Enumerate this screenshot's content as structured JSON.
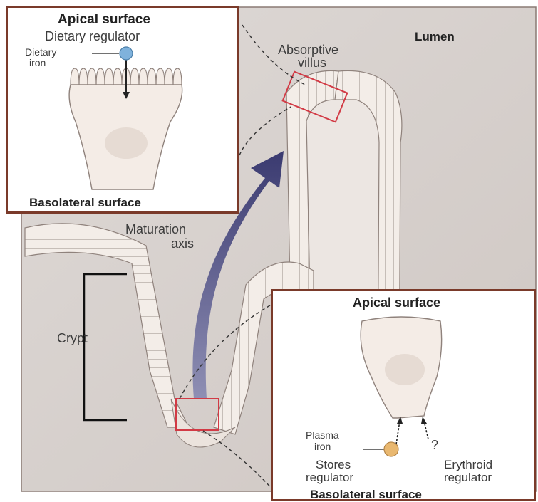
{
  "labels": {
    "lumen": "Lumen",
    "absorptive_villus": [
      "Absorptive",
      "villus"
    ],
    "maturation_axis": [
      "Maturation",
      "axis"
    ],
    "crypt": "Crypt"
  },
  "inset_top": {
    "apical": "Apical surface",
    "regulator": "Dietary regulator",
    "iron_label": [
      "Dietary",
      "iron"
    ],
    "basolateral": "Basolateral surface"
  },
  "inset_bottom": {
    "apical": "Apical surface",
    "plasma_iron": [
      "Plasma",
      "iron"
    ],
    "question": "?",
    "stores_regulator": [
      "Stores",
      "regulator"
    ],
    "erythroid_regulator": [
      "Erythroid",
      "regulator"
    ],
    "basolateral": "Basolateral surface"
  },
  "colors": {
    "border": "#7a3a2a",
    "highlight": "#d23a45",
    "arrow": "#3f3f73",
    "dietary_iron": "#7fb2dc",
    "plasma_iron": "#e9b870",
    "cell": "#f4ece6"
  }
}
